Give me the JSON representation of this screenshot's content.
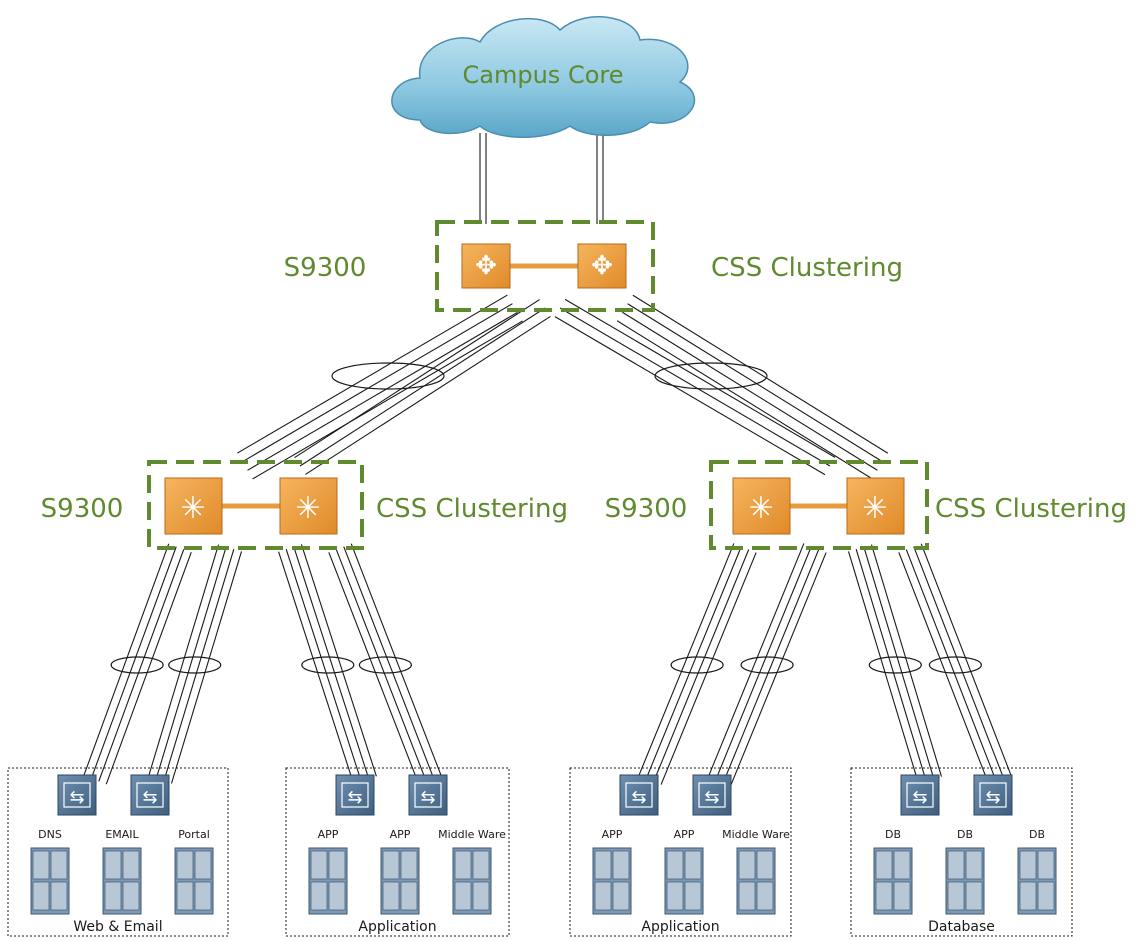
{
  "colors": {
    "label_green": "#5f8a2e",
    "cluster_border": "#5f8a2e",
    "router_orange": "#e99a3c",
    "access_switch": "#4b6a8a",
    "server": "#5a7897",
    "cloud": "#8cc7e0"
  },
  "core": {
    "label": "Campus Core",
    "icon": "cloud-icon"
  },
  "agg": {
    "model_label": "S9300",
    "cluster_label": "CSS Clustering"
  },
  "dist_left": {
    "model_label": "S9300",
    "cluster_label": "CSS Clustering"
  },
  "dist_right": {
    "model_label": "S9300",
    "cluster_label": "CSS Clustering"
  },
  "groups": [
    {
      "name": "Web & Email",
      "servers": [
        "DNS",
        "EMAIL",
        "Portal"
      ]
    },
    {
      "name": "Application",
      "servers": [
        "APP",
        "APP",
        "Middle Ware"
      ]
    },
    {
      "name": "Application",
      "servers": [
        "APP",
        "APP",
        "Middle Ware"
      ]
    },
    {
      "name": "Database",
      "servers": [
        "DB",
        "DB",
        "DB"
      ]
    }
  ]
}
